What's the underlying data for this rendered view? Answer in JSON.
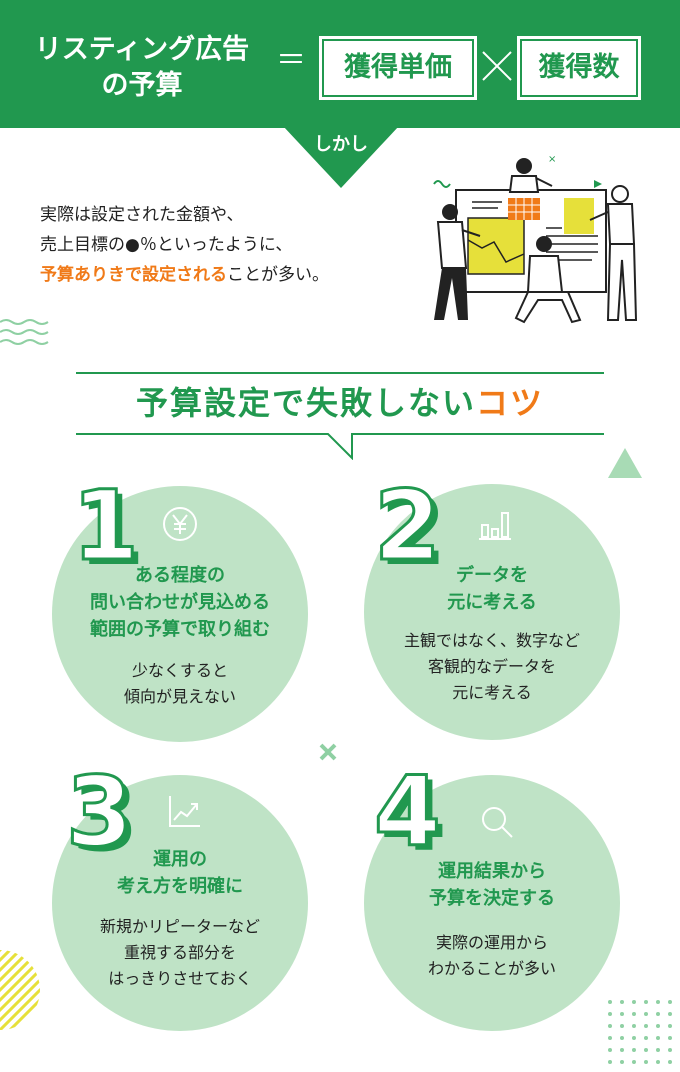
{
  "header": {
    "title_line1": "リスティング広告",
    "title_line2": "の予算",
    "equals": "＝",
    "box1": "獲得単価",
    "box2": "獲得数",
    "but": "しかし"
  },
  "intro": {
    "line1": "実際は設定された金額や、",
    "line2": "売上目標の●％といったように、",
    "line3_highlight": "予算ありきで設定される",
    "line3_rest": "ことが多い。"
  },
  "section": {
    "title_main": "予算設定で失敗しない",
    "title_accent": "コツ"
  },
  "tips": [
    {
      "number": "1",
      "icon": "yen-icon",
      "title": [
        "ある程度の",
        "問い合わせが見込める",
        "範囲の予算で取り組む"
      ],
      "body": [
        "少なくすると",
        "傾向が見えない"
      ]
    },
    {
      "number": "2",
      "icon": "bar-chart-icon",
      "title": [
        "データを",
        "元に考える"
      ],
      "body": [
        "主観ではなく、数字など",
        "客観的なデータを",
        "元に考える"
      ]
    },
    {
      "number": "3",
      "icon": "trend-chart-icon",
      "title": [
        "運用の",
        "考え方を明確に"
      ],
      "body": [
        "新規かリピーターなど",
        "重視する部分を",
        "はっきりさせておく"
      ]
    },
    {
      "number": "4",
      "icon": "search-icon",
      "title": [
        "運用結果から",
        "予算を決定する"
      ],
      "body": [
        "実際の運用から",
        "わかることが多い"
      ]
    }
  ],
  "colors": {
    "green": "#21984f",
    "light_green": "#bfe3c6",
    "orange": "#f07a18",
    "yellow": "#e6e03a"
  }
}
